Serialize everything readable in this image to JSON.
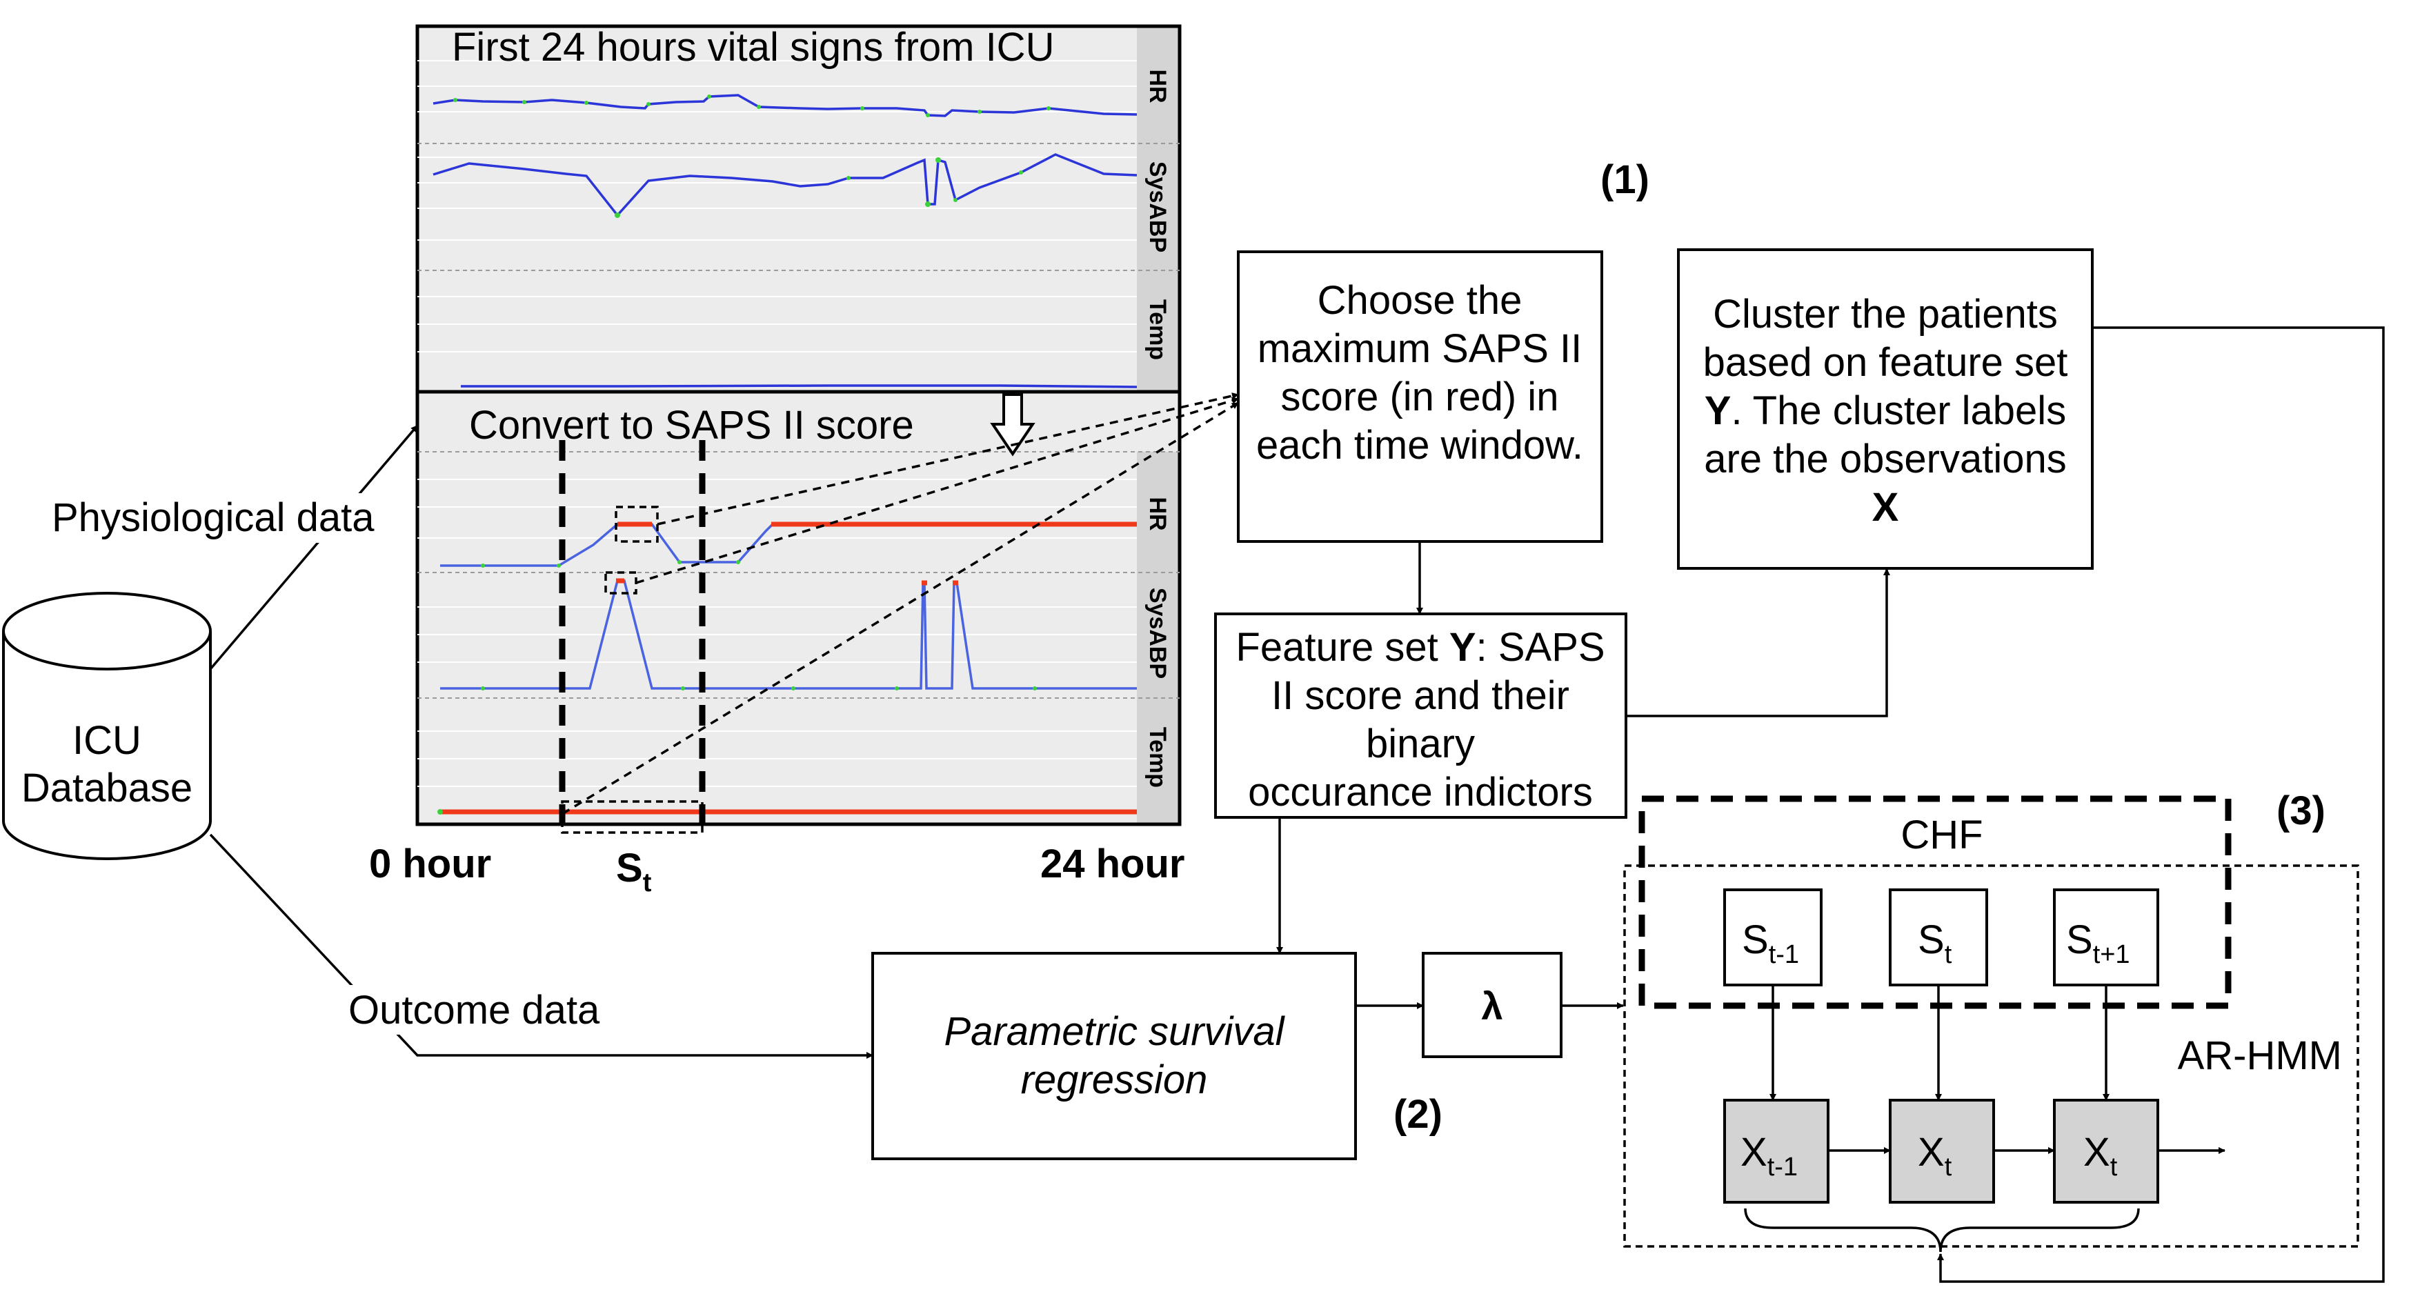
{
  "panel_top": {
    "title": "First 24 hours vital signs from ICU",
    "strips": [
      "HR",
      "SysABP",
      "Temp"
    ]
  },
  "panel_bottom": {
    "title": "Convert to SAPS II score",
    "strips": [
      "HR",
      "SysABP",
      "Temp"
    ]
  },
  "axis": {
    "start": "0 hour",
    "end": "24 hour",
    "window_base": "S",
    "window_sub": "t"
  },
  "database": {
    "line1": "ICU",
    "line2": "Database"
  },
  "edges": {
    "physiological": "Physiological data",
    "outcome": "Outcome data"
  },
  "steps": {
    "step1": "(1)",
    "step2": "(2)",
    "step3": "(3)",
    "choose_box": [
      "Choose the",
      "maximum SAPS II",
      "score (in red) in",
      "each time window."
    ],
    "feature_box": {
      "l1_pre": "Feature set ",
      "l1_bold": "Y",
      "l1_post": ": SAPS",
      "l2": "II score and their",
      "l3": "binary",
      "l4": "occurance indictors"
    },
    "cluster_box": {
      "l1": "Cluster the patients",
      "l2": "based on feature set",
      "l3_bold": "Y",
      "l3_post": ". The cluster labels",
      "l4": "are the observations",
      "l5_bold": "X"
    },
    "regression_box": [
      "Parametric survival",
      "regression"
    ],
    "lambda": "λ"
  },
  "hmm": {
    "chf_label": "CHF",
    "model_label": "AR-HMM",
    "states": [
      {
        "base": "S",
        "sub": "t-1"
      },
      {
        "base": "S",
        "sub": "t"
      },
      {
        "base": "S",
        "sub": "t+1"
      }
    ],
    "observations": [
      {
        "base": "X",
        "sub": "t-1"
      },
      {
        "base": "X",
        "sub": "t"
      },
      {
        "base": "X",
        "sub": "t"
      }
    ]
  },
  "colors": {
    "vital_line": "#2b35d8",
    "vital_dot": "#3bd13b",
    "saps_red": "#f0381b",
    "saps_blue": "#4a63e0",
    "panel_bg": "#ececec",
    "strip_bg": "#d4d4d4",
    "obs_fill": "#d3d3d3"
  }
}
